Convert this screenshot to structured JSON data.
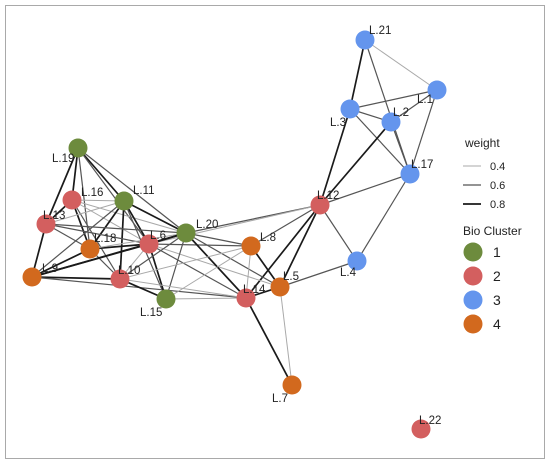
{
  "legend": {
    "weight_title": "weight",
    "weight_items": [
      {
        "label": "0.4",
        "weight": 0.4
      },
      {
        "label": "0.6",
        "weight": 0.6
      },
      {
        "label": "0.8",
        "weight": 0.8
      }
    ],
    "cluster_title": "Bio Cluster",
    "clusters": [
      {
        "label": "1",
        "color": "#6d8b3d"
      },
      {
        "label": "2",
        "color": "#d35f5f"
      },
      {
        "label": "3",
        "color": "#6495ed"
      },
      {
        "label": "4",
        "color": "#d2691e"
      }
    ]
  },
  "nodes": [
    {
      "id": "L.21",
      "cluster": 3
    },
    {
      "id": "L.1",
      "cluster": 3
    },
    {
      "id": "L.2",
      "cluster": 3
    },
    {
      "id": "L.3",
      "cluster": 3
    },
    {
      "id": "L.17",
      "cluster": 3
    },
    {
      "id": "L.4",
      "cluster": 3
    },
    {
      "id": "L.12",
      "cluster": 2
    },
    {
      "id": "L.19",
      "cluster": 1
    },
    {
      "id": "L.16",
      "cluster": 2
    },
    {
      "id": "L.11",
      "cluster": 1
    },
    {
      "id": "L.13",
      "cluster": 2
    },
    {
      "id": "L.18",
      "cluster": 4
    },
    {
      "id": "L.9",
      "cluster": 4
    },
    {
      "id": "L.6",
      "cluster": 2
    },
    {
      "id": "L.20",
      "cluster": 1
    },
    {
      "id": "L.10",
      "cluster": 2
    },
    {
      "id": "L.15",
      "cluster": 1
    },
    {
      "id": "L.8",
      "cluster": 4
    },
    {
      "id": "L.5",
      "cluster": 4
    },
    {
      "id": "L.14",
      "cluster": 2
    },
    {
      "id": "L.7",
      "cluster": 4
    },
    {
      "id": "L.22",
      "cluster": 2
    }
  ],
  "edges": [
    [
      "L.21",
      "L.3",
      0.8
    ],
    [
      "L.21",
      "L.1",
      0.4
    ],
    [
      "L.21",
      "L.17",
      0.6
    ],
    [
      "L.3",
      "L.2",
      0.6
    ],
    [
      "L.3",
      "L.1",
      0.6
    ],
    [
      "L.2",
      "L.1",
      0.6
    ],
    [
      "L.1",
      "L.17",
      0.6
    ],
    [
      "L.3",
      "L.17",
      0.6
    ],
    [
      "L.2",
      "L.17",
      0.6
    ],
    [
      "L.3",
      "L.12",
      0.8
    ],
    [
      "L.2",
      "L.12",
      0.8
    ],
    [
      "L.12",
      "L.17",
      0.6
    ],
    [
      "L.12",
      "L.4",
      0.6
    ],
    [
      "L.17",
      "L.4",
      0.6
    ],
    [
      "L.4",
      "L.5",
      0.6
    ],
    [
      "L.12",
      "L.5",
      0.8
    ],
    [
      "L.12",
      "L.14",
      0.8
    ],
    [
      "L.12",
      "L.8",
      0.6
    ],
    [
      "L.12",
      "L.20",
      0.6
    ],
    [
      "L.12",
      "L.6",
      0.4
    ],
    [
      "L.19",
      "L.16",
      0.8
    ],
    [
      "L.19",
      "L.11",
      0.8
    ],
    [
      "L.19",
      "L.13",
      0.8
    ],
    [
      "L.19",
      "L.18",
      0.6
    ],
    [
      "L.19",
      "L.6",
      0.6
    ],
    [
      "L.19",
      "L.20",
      0.6
    ],
    [
      "L.16",
      "L.11",
      0.4
    ],
    [
      "L.16",
      "L.13",
      0.8
    ],
    [
      "L.16",
      "L.18",
      0.8
    ],
    [
      "L.16",
      "L.6",
      0.4
    ],
    [
      "L.16",
      "L.20",
      0.4
    ],
    [
      "L.16",
      "L.10",
      0.6
    ],
    [
      "L.11",
      "L.13",
      0.4
    ],
    [
      "L.11",
      "L.18",
      0.8
    ],
    [
      "L.11",
      "L.6",
      0.8
    ],
    [
      "L.11",
      "L.20",
      0.8
    ],
    [
      "L.11",
      "L.10",
      0.8
    ],
    [
      "L.11",
      "L.15",
      0.6
    ],
    [
      "L.11",
      "L.9",
      0.6
    ],
    [
      "L.13",
      "L.9",
      0.8
    ],
    [
      "L.13",
      "L.18",
      0.6
    ],
    [
      "L.13",
      "L.6",
      0.6
    ],
    [
      "L.13",
      "L.20",
      0.6
    ],
    [
      "L.18",
      "L.9",
      0.8
    ],
    [
      "L.18",
      "L.6",
      0.8
    ],
    [
      "L.18",
      "L.10",
      0.6
    ],
    [
      "L.18",
      "L.20",
      0.4
    ],
    [
      "L.9",
      "L.6",
      0.8
    ],
    [
      "L.9",
      "L.10",
      0.8
    ],
    [
      "L.9",
      "L.20",
      0.8
    ],
    [
      "L.9",
      "L.14",
      0.6
    ],
    [
      "L.6",
      "L.20",
      0.8
    ],
    [
      "L.6",
      "L.10",
      0.4
    ],
    [
      "L.6",
      "L.15",
      0.8
    ],
    [
      "L.6",
      "L.14",
      0.6
    ],
    [
      "L.6",
      "L.8",
      0.6
    ],
    [
      "L.6",
      "L.5",
      0.4
    ],
    [
      "L.20",
      "L.10",
      0.6
    ],
    [
      "L.20",
      "L.15",
      0.6
    ],
    [
      "L.20",
      "L.14",
      0.8
    ],
    [
      "L.20",
      "L.8",
      0.6
    ],
    [
      "L.20",
      "L.5",
      0.6
    ],
    [
      "L.10",
      "L.15",
      0.8
    ],
    [
      "L.10",
      "L.14",
      0.4
    ],
    [
      "L.10",
      "L.8",
      0.4
    ],
    [
      "L.15",
      "L.14",
      0.4
    ],
    [
      "L.15",
      "L.8",
      0.4
    ],
    [
      "L.8",
      "L.5",
      0.8
    ],
    [
      "L.8",
      "L.14",
      0.4
    ],
    [
      "L.14",
      "L.5",
      0.8
    ],
    [
      "L.14",
      "L.7",
      0.8
    ],
    [
      "L.5",
      "L.7",
      0.4
    ]
  ]
}
